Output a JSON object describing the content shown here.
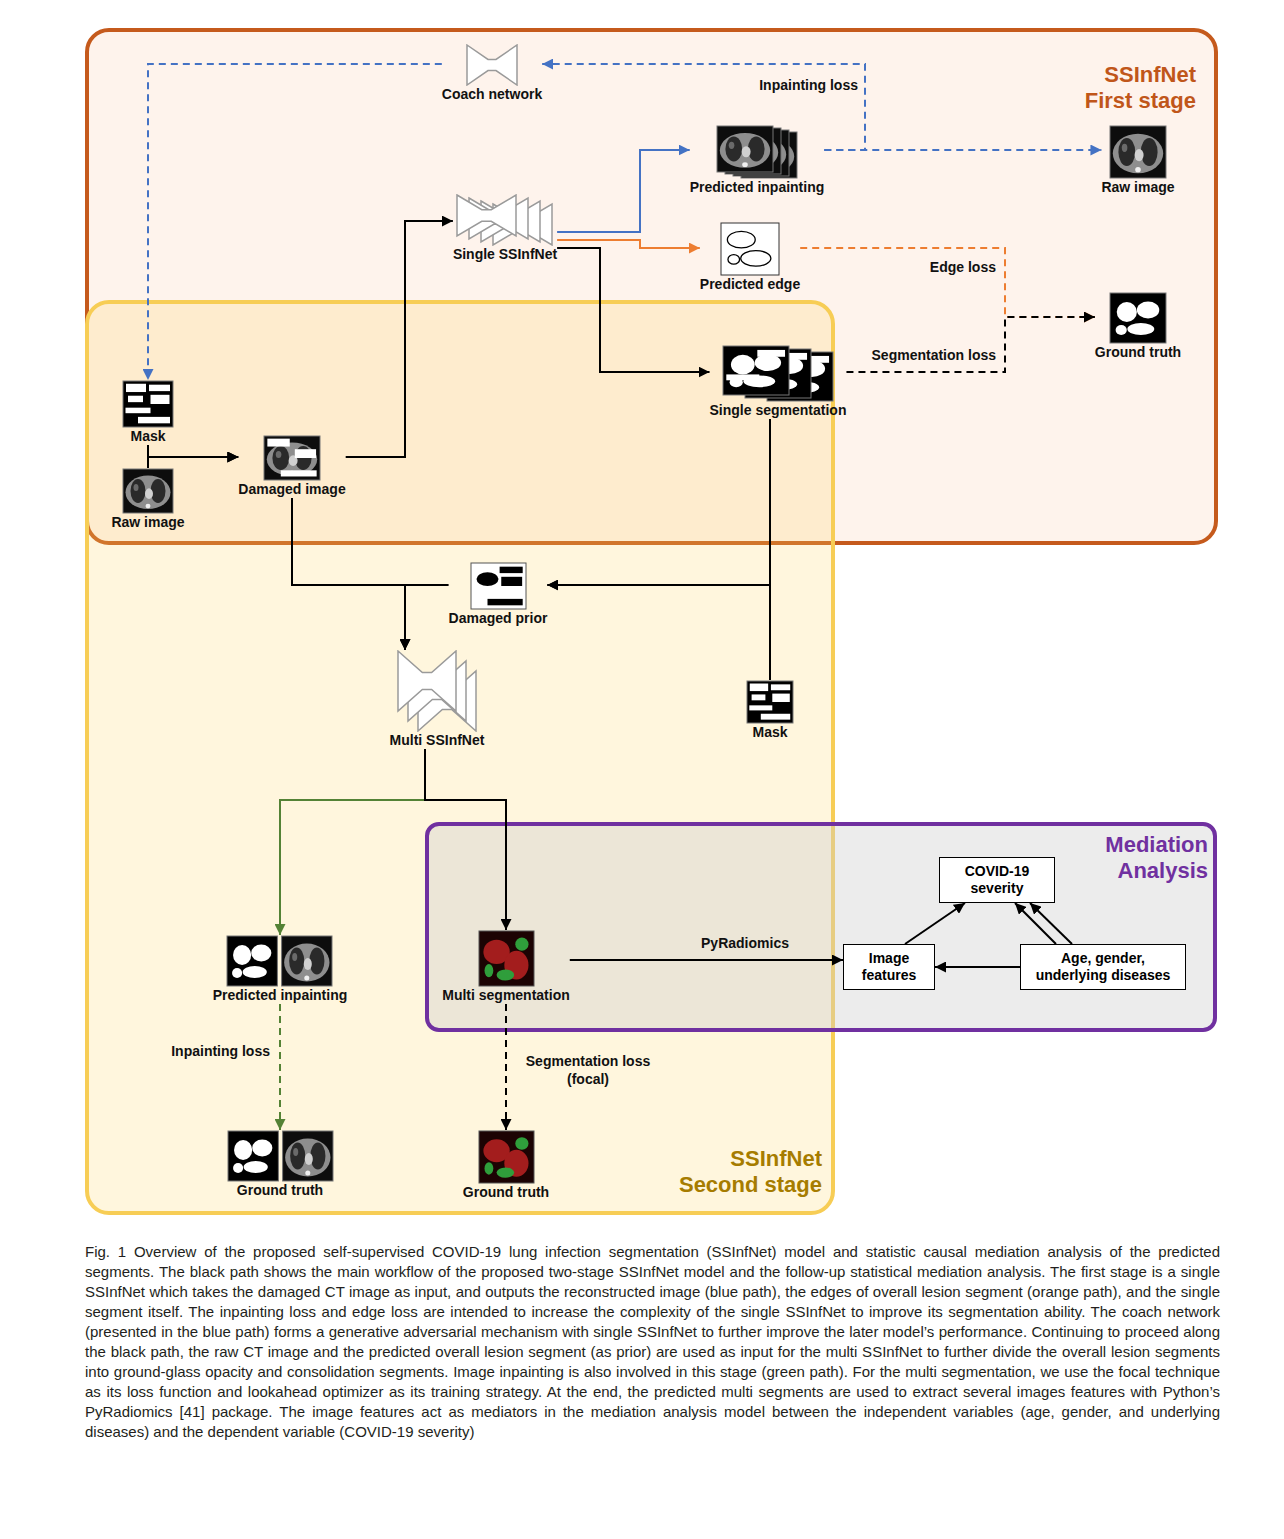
{
  "diagram": {
    "caption": "Fig. 1 Overview of the proposed self-supervised COVID-19 lung infection segmentation (SSInfNet) model and statistic causal mediation analysis of the predicted segments. The black path shows the main workflow of the proposed two-stage SSInfNet model and the follow-up statistical mediation analysis. The first stage is a single SSInfNet which takes the damaged CT image as input, and outputs the reconstructed image (blue path), the edges of overall lesion segment (orange path), and the single segment itself. The inpainting loss and edge loss are intended to increase the complexity of the single SSInfNet to improve its segmentation ability. The coach network (presented in the blue path) forms a generative adversarial mechanism with single SSInfNet to further improve the later model’s performance. Continuing to proceed along the black path, the raw CT image and the predicted overall lesion segment (as prior) are used as input for the multi SSInfNet to further divide the overall lesion segments into ground-glass opacity and consolidation segments. Image inpainting is also involved in this stage (green path). For the multi segmentation, we use the focal technique as its loss function and lookahead optimizer as its training strategy. At the end, the predicted multi segments are used to extract several images features with Python’s PyRadiomics [41] package. The image features act as mediators in the mediation analysis model between the independent variables (age, gender, and underlying diseases) and the dependent variable (COVID-19 severity)",
    "nodes": [
      {
        "text": [
          "SSInfNet First stage"
        ]
      },
      {
        "text": [
          "SSInfNet Second stage"
        ]
      },
      {
        "text": [
          "Mediation Analysis"
        ]
      },
      {
        "text": [
          "Coach network"
        ],
        "in": 0
      },
      {
        "text": [
          "Single SSInfNet"
        ],
        "in": 0
      },
      {
        "text": [
          "Predicted inpainting"
        ],
        "in": 0
      },
      {
        "text": [
          "Raw image"
        ],
        "in": 0
      },
      {
        "text": [
          "Predicted edge"
        ],
        "in": 0
      },
      {
        "text": [
          "Ground truth"
        ],
        "in": 0
      },
      {
        "text": [
          "Single segmentation"
        ],
        "in": 0
      },
      {
        "text": [
          "Mask"
        ],
        "in": 0
      },
      {
        "text": [
          "Raw image"
        ],
        "in": 0
      },
      {
        "text": [
          "Damaged image"
        ],
        "in": 0
      },
      {
        "text": [
          "Damaged prior"
        ],
        "in": 1
      },
      {
        "text": [
          "Mask"
        ],
        "in": 1
      },
      {
        "text": [
          "Multi SSInfNet"
        ],
        "in": 1
      },
      {
        "text": [
          "Predicted inpainting"
        ],
        "in": 1
      },
      {
        "text": [
          "Ground truth"
        ],
        "in": 1
      },
      {
        "text": [
          "Multi segmentation"
        ],
        "in": 1
      },
      {
        "text": [
          "Ground truth"
        ],
        "in": 1
      },
      {
        "text": [
          "COVID-19 severity"
        ],
        "in": 2
      },
      {
        "text": [
          "Image features"
        ],
        "in": 2
      },
      {
        "text": [
          "Age, gender, underlying diseases"
        ],
        "in": 2
      }
    ],
    "edges": [
      {
        "from": 10,
        "to": 12,
        "arrow": "to"
      },
      {
        "from": 11,
        "to": 12,
        "arrow": "to"
      },
      {
        "from": 12,
        "to": 4,
        "arrow": "to"
      },
      {
        "from": 4,
        "to": 5,
        "arrow": "to"
      },
      {
        "from": 4,
        "to": 7,
        "arrow": "to"
      },
      {
        "from": 4,
        "to": 9,
        "arrow": "to"
      },
      {
        "from": 5,
        "to": 6,
        "arrow": "to"
      },
      {
        "from": 5,
        "to": 3,
        "label": "Inpainting loss",
        "arrow": "to"
      },
      {
        "from": 3,
        "to": 10,
        "arrow": "to"
      },
      {
        "from": 7,
        "to": 8,
        "label": "Edge loss",
        "arrow": "to"
      },
      {
        "from": 9,
        "to": 8,
        "label": "Segmentation loss",
        "arrow": "to"
      },
      {
        "from": 12,
        "to": 15,
        "arrow": "to"
      },
      {
        "from": 13,
        "to": 15,
        "arrow": "to"
      },
      {
        "from": 9,
        "to": 13,
        "arrow": "to"
      },
      {
        "from": 14,
        "to": 13,
        "arrow": "to"
      },
      {
        "from": 15,
        "to": 16,
        "arrow": "to"
      },
      {
        "from": 15,
        "to": 18,
        "arrow": "to"
      },
      {
        "from": 16,
        "to": 17,
        "label": "Inpainting loss",
        "arrow": "to"
      },
      {
        "from": 18,
        "to": 19,
        "label": "Segmentation loss (focal)",
        "arrow": "to"
      },
      {
        "from": 18,
        "to": 21,
        "label": "PyRadiomics",
        "arrow": "to"
      },
      {
        "from": 22,
        "to": 21,
        "arrow": "to"
      },
      {
        "from": 21,
        "to": 20,
        "arrow": "to"
      },
      {
        "from": 22,
        "to": 20,
        "arrow": "to"
      },
      {
        "from": 22,
        "to": 20,
        "arrow": "to"
      }
    ]
  }
}
